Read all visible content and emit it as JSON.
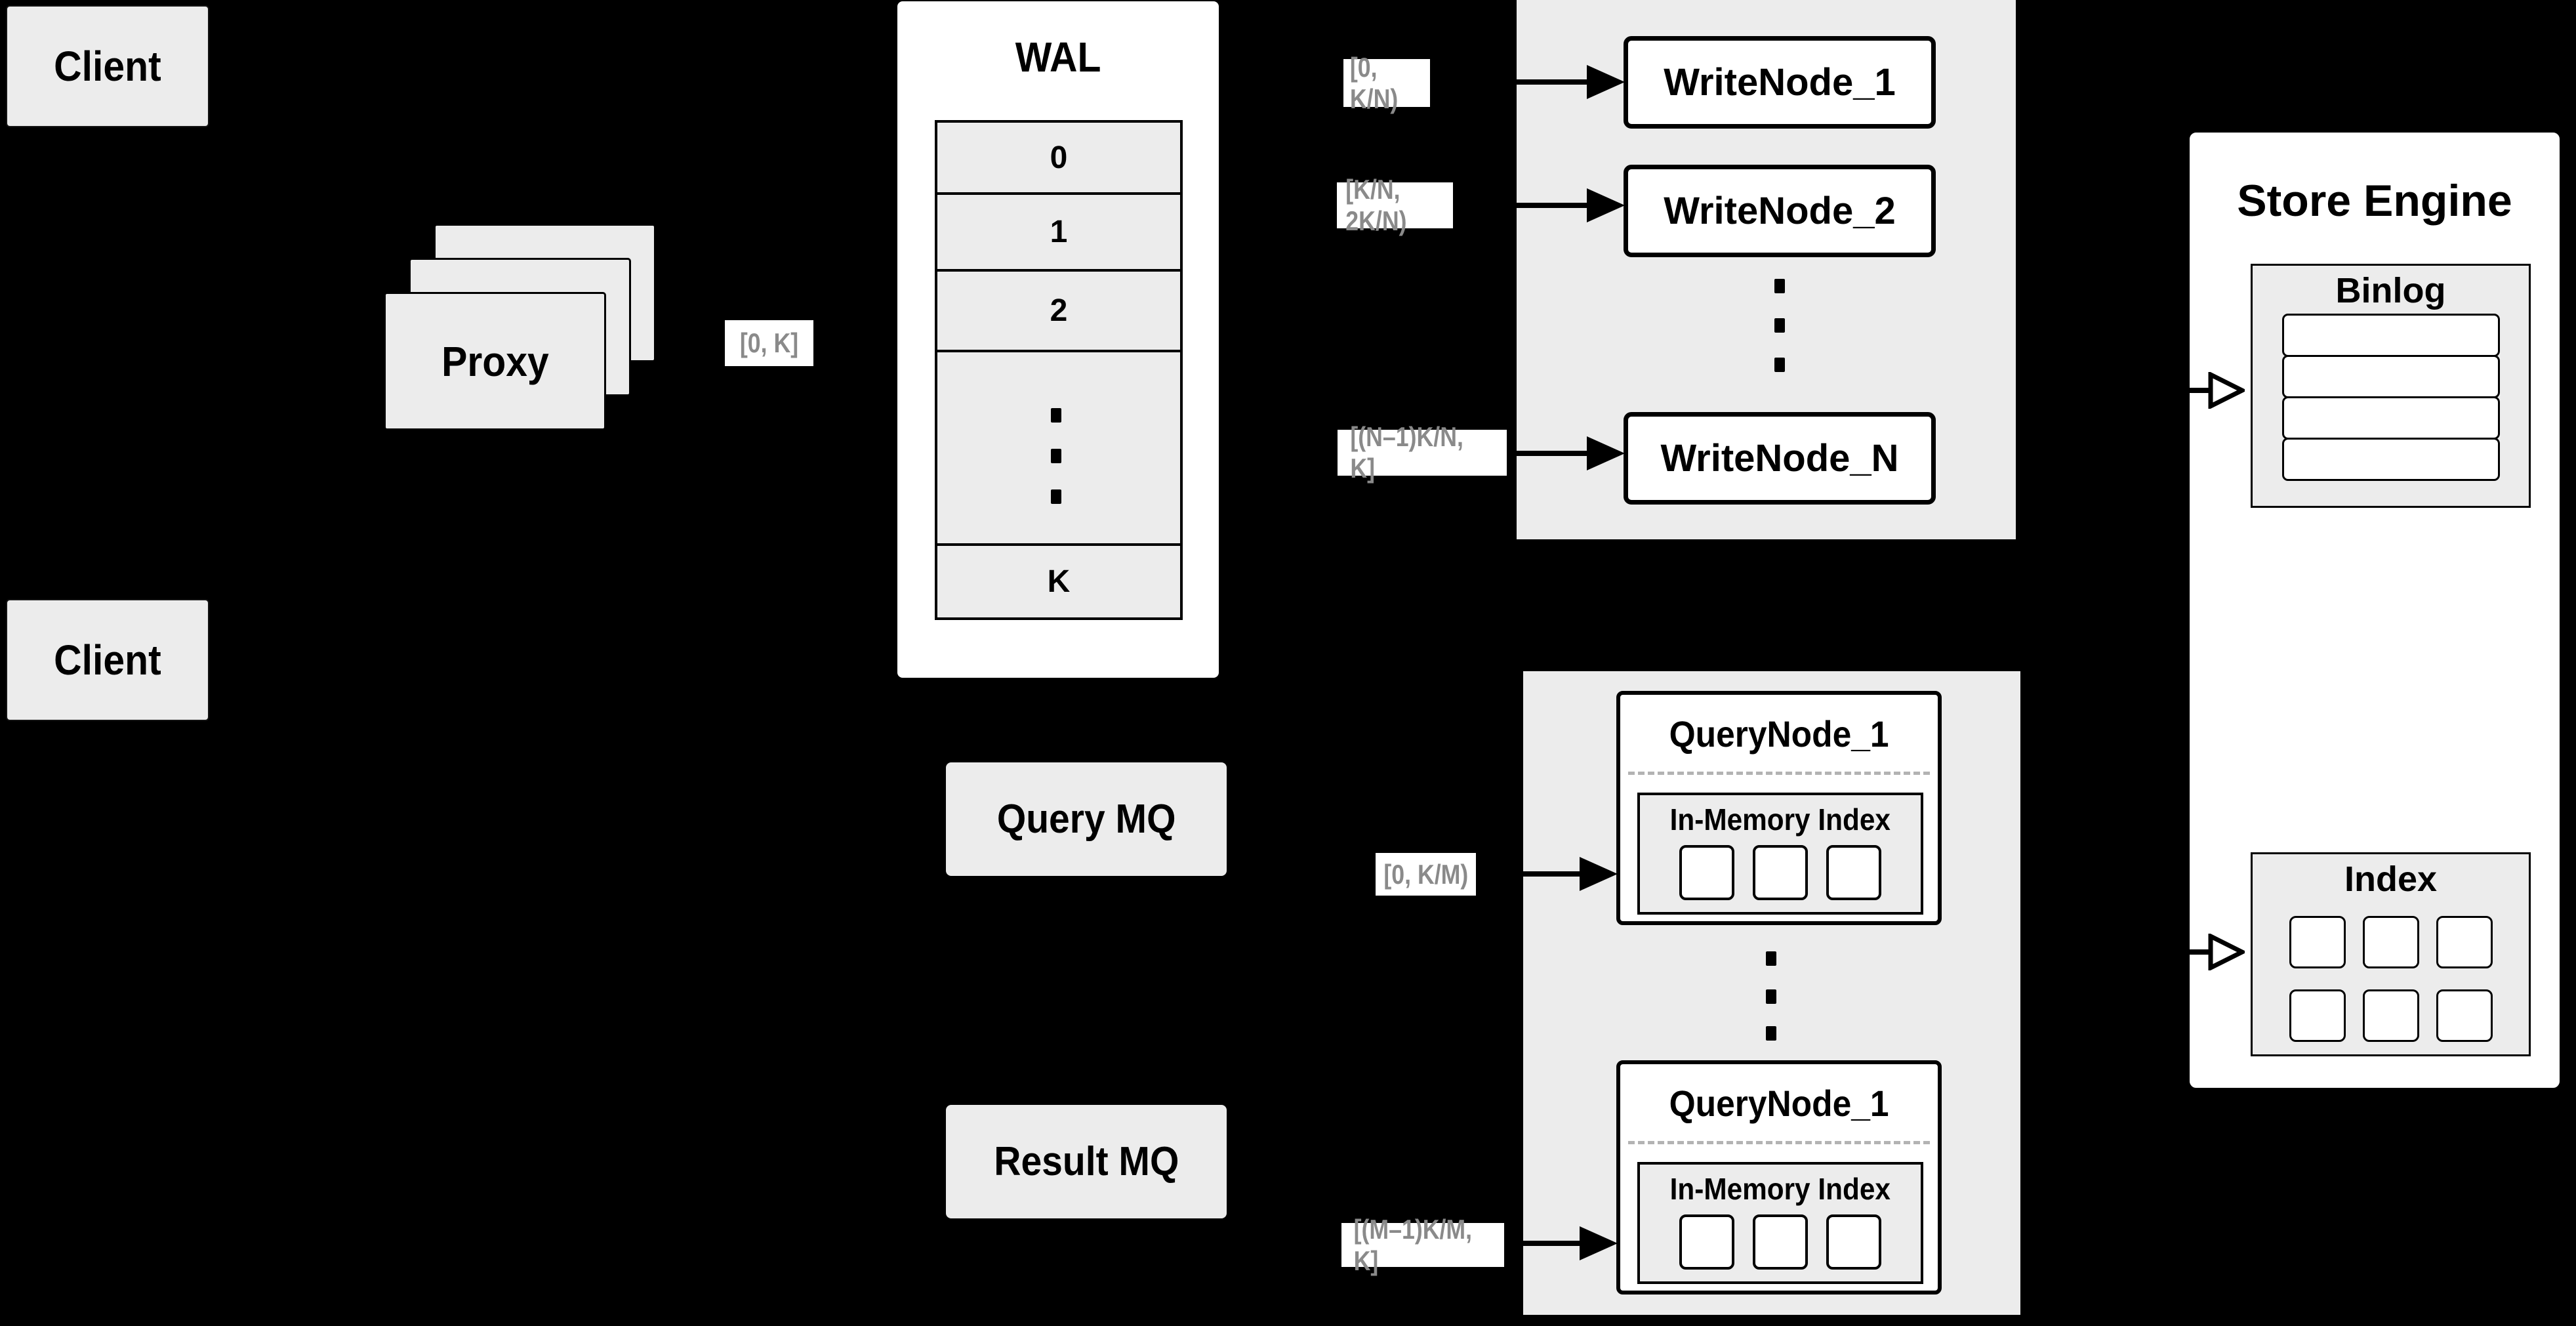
{
  "clients": {
    "top_label": "Client",
    "bottom_label": "Client"
  },
  "proxy": {
    "label": "Proxy"
  },
  "wal": {
    "title": "WAL",
    "rows": [
      "0",
      "1",
      "2",
      "K"
    ]
  },
  "range_labels": {
    "proxy_out": "[0, K]",
    "write_1": "[0, K/N)",
    "write_2": "[K/N, 2K/N)",
    "write_n": "[(N–1)K/N, K]",
    "query_1": "[0, K/M)",
    "query_2": "[(M–1)K/M, K]"
  },
  "write_nodes": {
    "node_1": "WriteNode_1",
    "node_2": "WriteNode_2",
    "node_n": "WriteNode_N"
  },
  "store_engine": {
    "title": "Store Engine",
    "binlog_title": "Binlog",
    "index_title": "Index"
  },
  "mq": {
    "query_label": "Query MQ",
    "result_label": "Result MQ"
  },
  "query_nodes": {
    "node_1_title": "QueryNode_1",
    "node_2_title": "QueryNode_1",
    "in_memory_index": "In-Memory Index"
  },
  "colors": {
    "background": "#000000",
    "panel_gray": "#ececec",
    "box_white": "#ffffff",
    "line_black": "#000000",
    "range_label_text": "#8a8a8a",
    "dashed_divider": "#b3b3b3"
  }
}
